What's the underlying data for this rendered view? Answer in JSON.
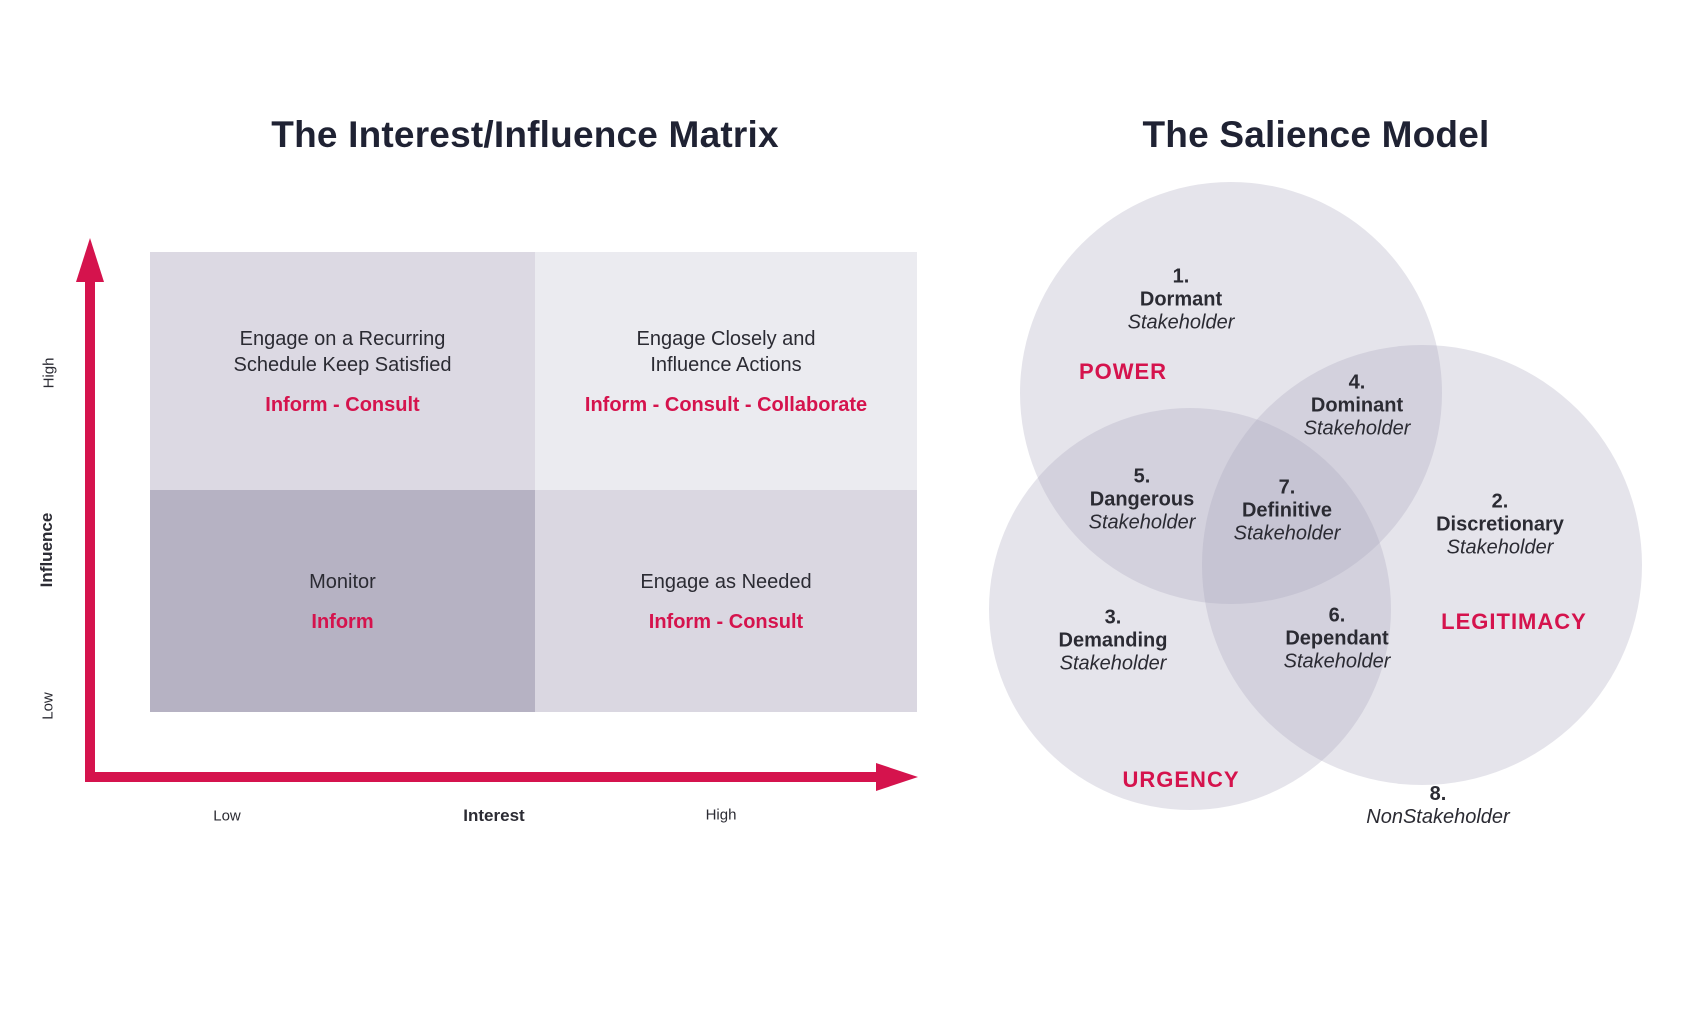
{
  "colors": {
    "accent_red": "#d5134d",
    "title_navy": "#1f2233",
    "body_text": "#2b2b33",
    "quadrant_top_left": "#dcd9e3",
    "quadrant_top_right": "#ebebf0",
    "quadrant_bottom_left": "#b6b2c3",
    "quadrant_bottom_right": "#dad7e1",
    "venn_fill": "#aaa6bd"
  },
  "matrix": {
    "title": "The Interest/Influence Matrix",
    "y_axis": {
      "label": "Influence",
      "top": "High",
      "bottom": "Low"
    },
    "x_axis": {
      "label": "Interest",
      "left": "Low",
      "right": "High"
    },
    "quadrants": [
      {
        "position": "top-left",
        "lines": [
          "Engage on a Recurring",
          "Schedule Keep Satisfied"
        ],
        "action": "Inform - Consult"
      },
      {
        "position": "top-right",
        "lines": [
          "Engage Closely and",
          "Influence Actions"
        ],
        "action": "Inform - Consult - Collaborate"
      },
      {
        "position": "bottom-left",
        "lines": [
          "Monitor"
        ],
        "action": "Inform"
      },
      {
        "position": "bottom-right",
        "lines": [
          "Engage as Needed"
        ],
        "action": "Inform - Consult"
      }
    ]
  },
  "salience": {
    "title": "The Salience Model",
    "circles": [
      "POWER",
      "LEGITIMACY",
      "URGENCY"
    ],
    "regions": [
      {
        "number": "1.",
        "name": "Dormant",
        "type": "Stakeholder"
      },
      {
        "number": "2.",
        "name": "Discretionary",
        "type": "Stakeholder"
      },
      {
        "number": "3.",
        "name": "Demanding",
        "type": "Stakeholder"
      },
      {
        "number": "4.",
        "name": "Dominant",
        "type": "Stakeholder"
      },
      {
        "number": "5.",
        "name": "Dangerous",
        "type": "Stakeholder"
      },
      {
        "number": "6.",
        "name": "Dependant",
        "type": "Stakeholder"
      },
      {
        "number": "7.",
        "name": "Definitive",
        "type": "Stakeholder"
      },
      {
        "number": "8.",
        "type": "NonStakeholder"
      }
    ]
  }
}
